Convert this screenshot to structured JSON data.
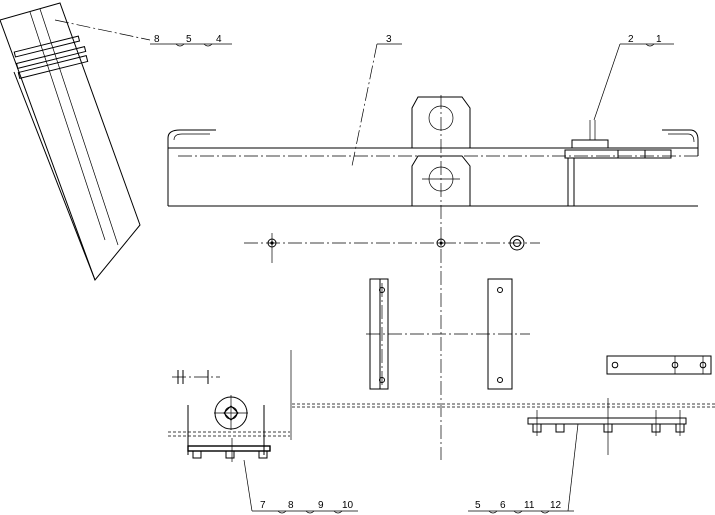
{
  "callouts": {
    "top_left": [
      "8",
      "5",
      "4"
    ],
    "top_middle": [
      "3"
    ],
    "top_right": [
      "2",
      "1"
    ],
    "bottom_left": [
      "7",
      "8",
      "9",
      "10"
    ],
    "bottom_right": [
      "5",
      "6",
      "11",
      "12"
    ]
  }
}
